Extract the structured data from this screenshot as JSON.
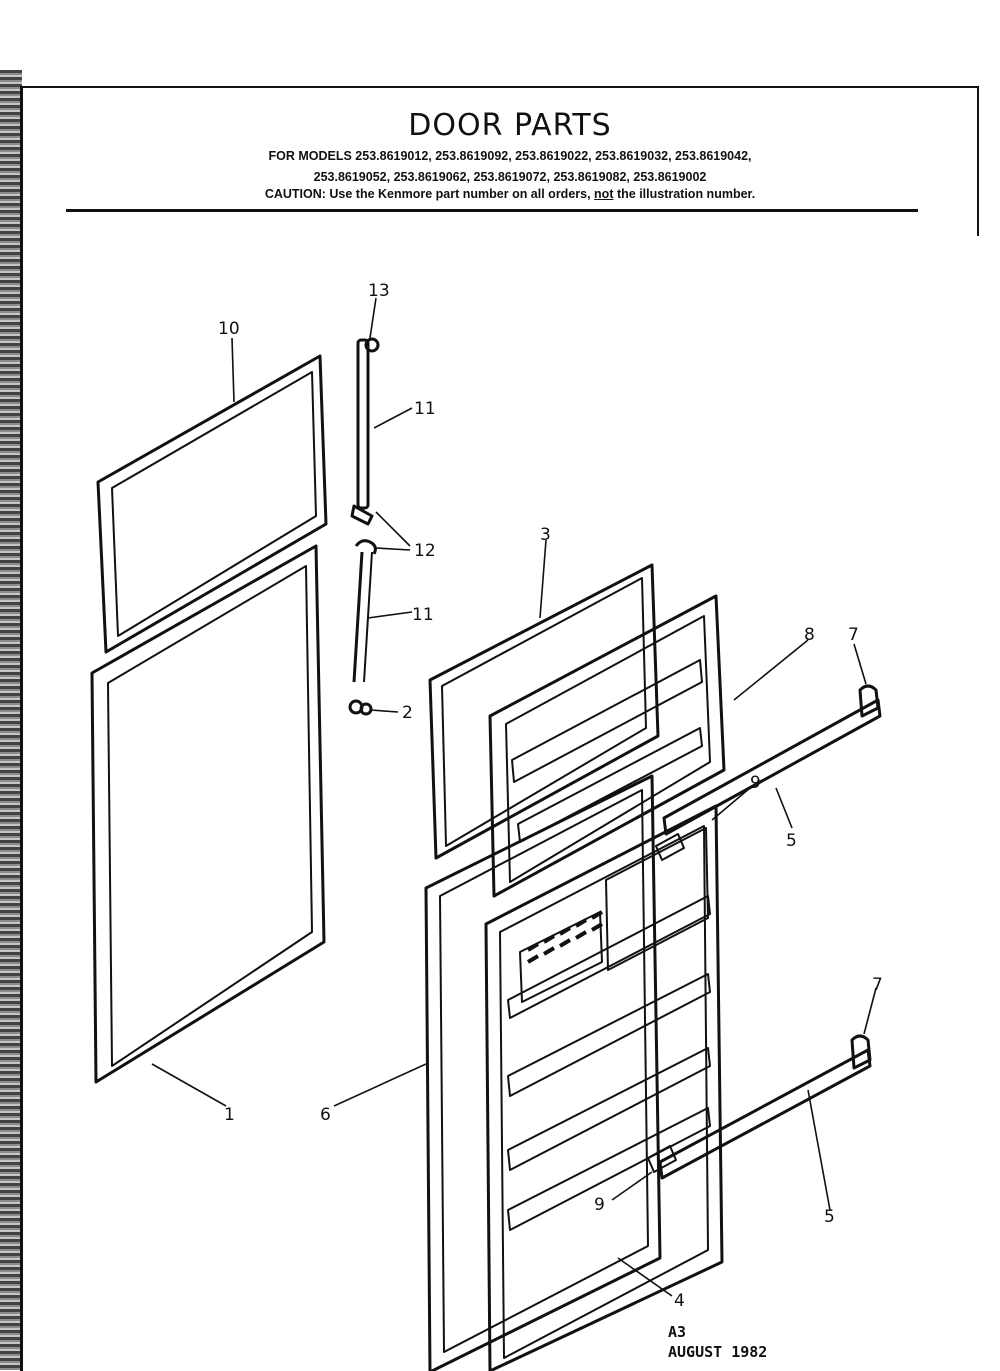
{
  "header": {
    "title": "DOOR PARTS",
    "models_line_1": "FOR MODELS 253.8619012, 253.8619092, 253.8619022, 253.8619032, 253.8619042,",
    "models_line_2": "253.8619052, 253.8619062, 253.8619072, 253.8619082, 253.8619002",
    "caution_prefix": "CAUTION: Use the Kenmore part number on all orders,",
    "caution_not": "not",
    "caution_suffix": "the illustration number."
  },
  "callouts": {
    "c1": "1",
    "c2": "2",
    "c3": "3",
    "c4": "4",
    "c5a": "5",
    "c5b": "5",
    "c6": "6",
    "c7a": "7",
    "c7b": "7",
    "c8": "8",
    "c9a": "9",
    "c9b": "9",
    "c10": "10",
    "c11a": "11",
    "c11b": "11",
    "c12": "12",
    "c13": "13"
  },
  "footer": {
    "code": "A3",
    "date": "AUGUST 1982"
  }
}
